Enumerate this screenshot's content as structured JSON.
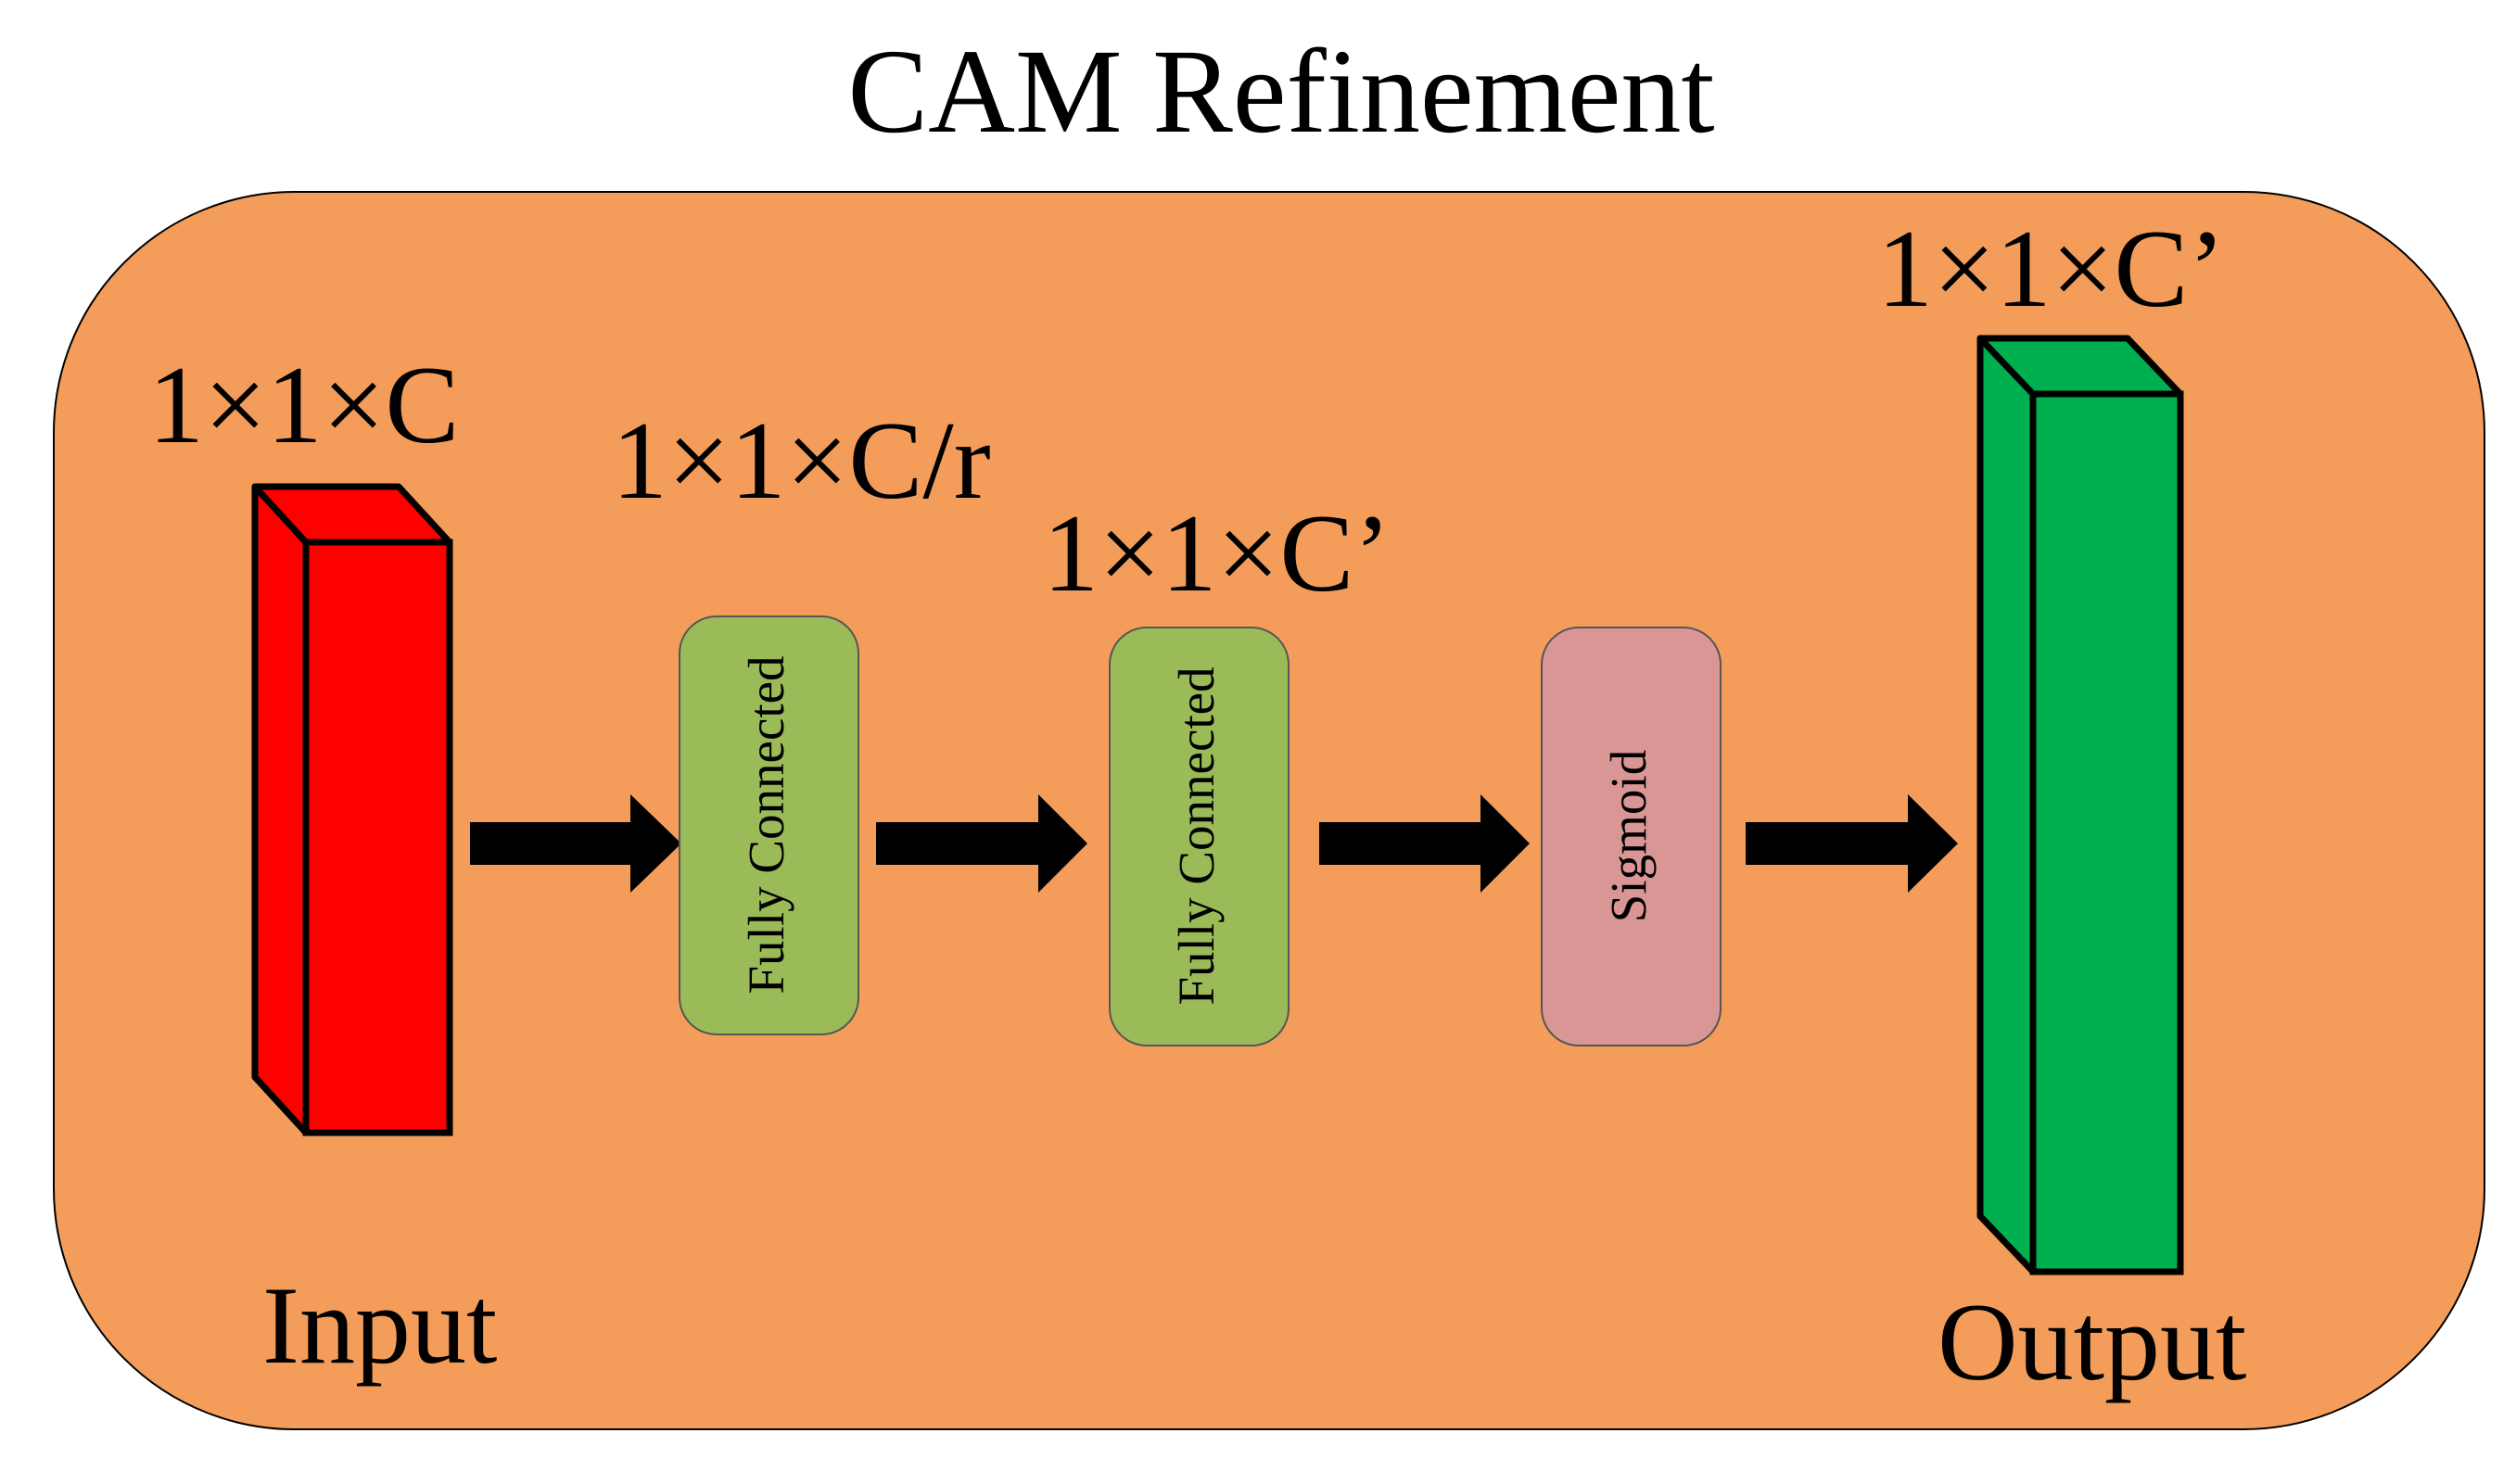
{
  "title": "CAM Refinement",
  "colors": {
    "container_fill": "#F49D5B",
    "input_block": "#FF0000",
    "output_block": "#00B050",
    "fully_connected": "#9BBB59",
    "sigmoid": "#D99694",
    "arrow": "#000000",
    "outline": "#000000"
  },
  "input": {
    "dim_label": "1×1×C",
    "caption": "Input"
  },
  "fc1": {
    "dim_label": "1×1×C/r",
    "label": "Fully Connected"
  },
  "fc2": {
    "dim_label": "1×1×C’",
    "label": "Fully Connected"
  },
  "sigmoid": {
    "label": "Sigmoid"
  },
  "output": {
    "dim_label": "1×1×C’",
    "caption": "Output"
  }
}
